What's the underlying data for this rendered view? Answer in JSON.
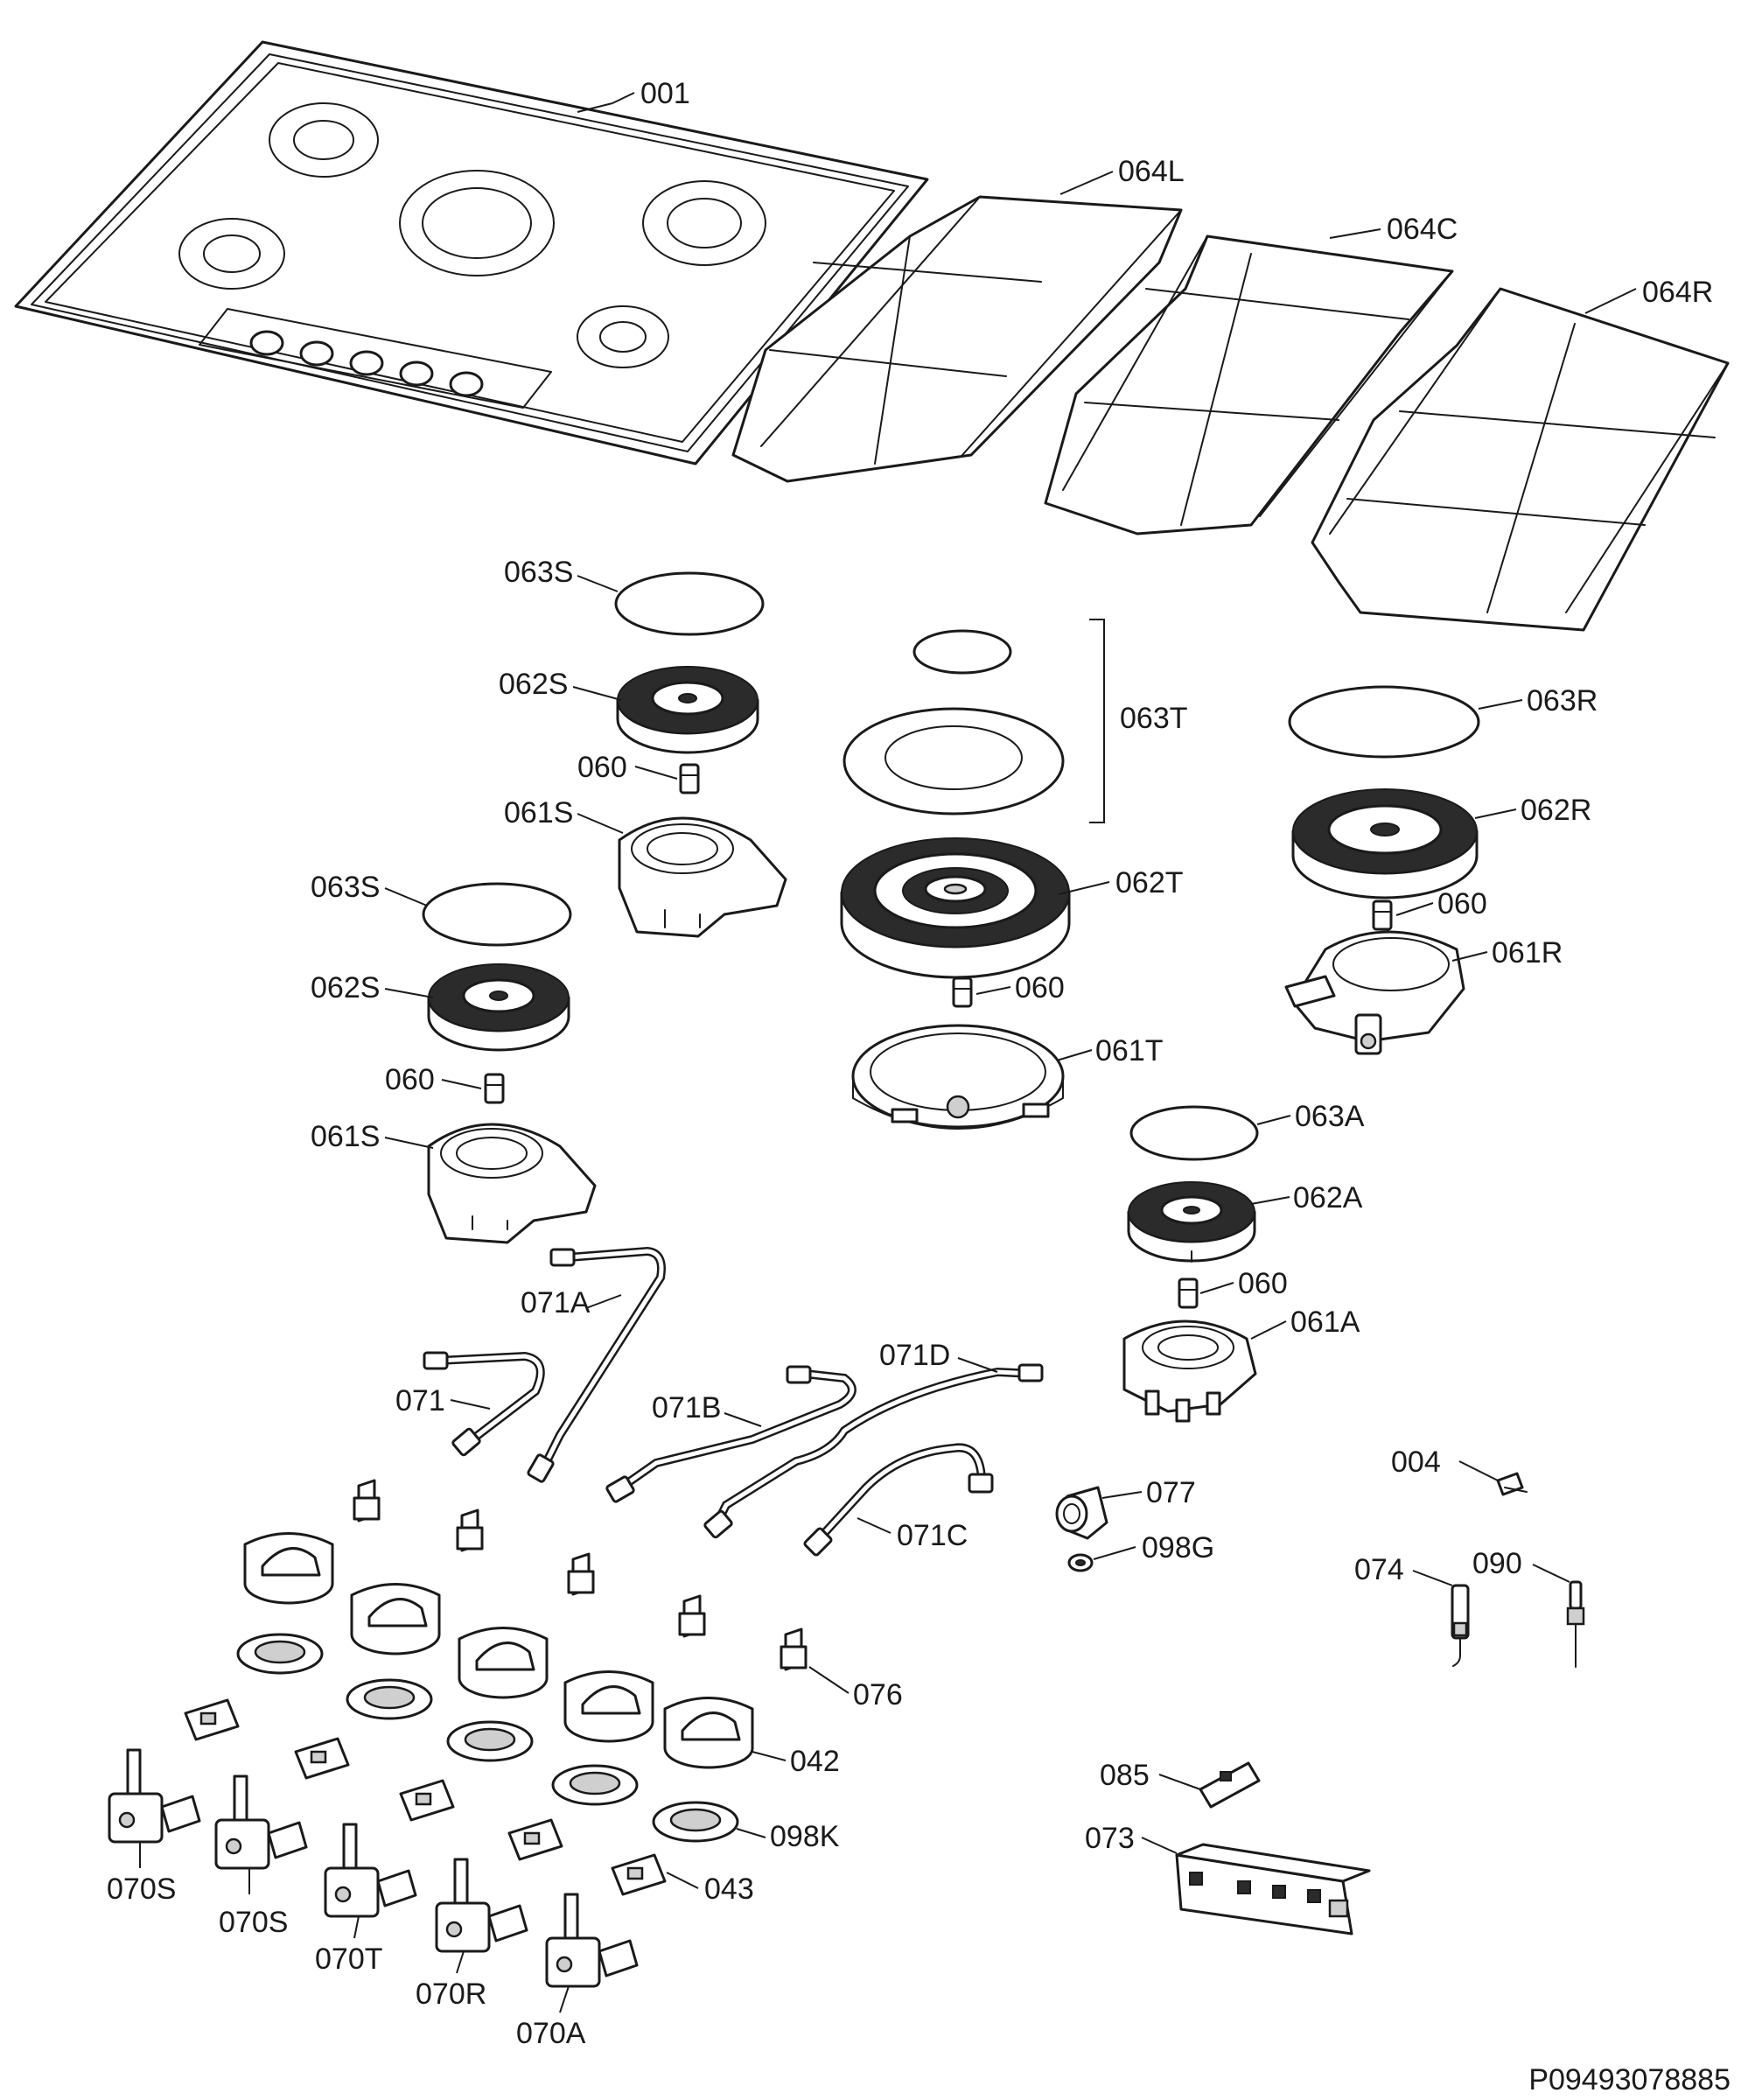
{
  "labels": {
    "l001": "001",
    "l064L": "064L",
    "l064C": "064C",
    "l064R": "064R",
    "l063S_a": "063S",
    "l062S_a": "062S",
    "l060_a": "060",
    "l061S_a": "061S",
    "l063T": "063T",
    "l063R": "063R",
    "l062R": "062R",
    "l060_r": "060",
    "l061R": "061R",
    "l062T": "062T",
    "l060_t": "060",
    "l061T": "061T",
    "l063S_b": "063S",
    "l062S_b": "062S",
    "l060_b": "060",
    "l061S_b": "061S",
    "l063A": "063A",
    "l062A": "062A",
    "l060_c": "060",
    "l061A": "061A",
    "l071A": "071A",
    "l071": "071",
    "l071B": "071B",
    "l071D": "071D",
    "l071C": "071C",
    "l077": "077",
    "l098G": "098G",
    "l004": "004",
    "l074": "074",
    "l090": "090",
    "l076": "076",
    "l042": "042",
    "l098K": "098K",
    "l043": "043",
    "l085": "085",
    "l073": "073",
    "l070S_a": "070S",
    "l070S_b": "070S",
    "l070T": "070T",
    "l070R": "070R",
    "l070A": "070A"
  },
  "drawing_code": "P09493078885"
}
